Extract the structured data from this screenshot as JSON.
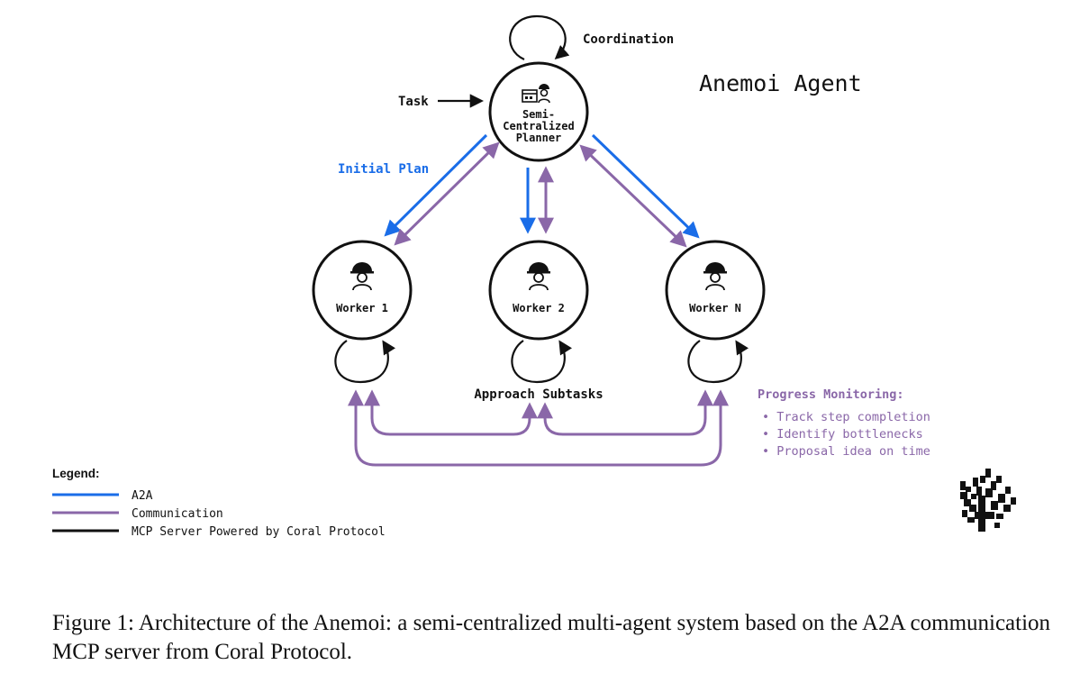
{
  "title": "Anemoi Agent",
  "nodes": {
    "planner": {
      "line1": "Semi-",
      "line2": "Centralized",
      "line3": "Planner"
    },
    "worker1": "Worker 1",
    "worker2": "Worker 2",
    "workerN": "Worker N"
  },
  "labels": {
    "coordination": "Coordination",
    "task": "Task",
    "initial_plan": "Initial Plan",
    "approach_subtasks": "Approach Subtasks"
  },
  "progress": {
    "heading": "Progress Monitoring:",
    "items": [
      "• Track step completion",
      "• Identify bottlenecks",
      "• Proposal idea on time"
    ]
  },
  "legend": {
    "heading": "Legend:",
    "items": [
      {
        "label": "A2A",
        "color": "#1a6de8"
      },
      {
        "label": "Communication",
        "color": "#8a67a8"
      },
      {
        "label": "MCP Server Powered by Coral Protocol",
        "color": "#111111"
      }
    ]
  },
  "colors": {
    "a2a": "#1a6de8",
    "communication": "#8a67a8",
    "mcp": "#111111"
  },
  "icons": {
    "planner": "planner-worker-icon",
    "worker": "worker-helmet-icon",
    "logo": "coral-logo-icon"
  },
  "caption": "Figure 1: Architecture of the Anemoi: a semi-centralized multi-agent system based on the A2A communication MCP server from Coral Protocol."
}
